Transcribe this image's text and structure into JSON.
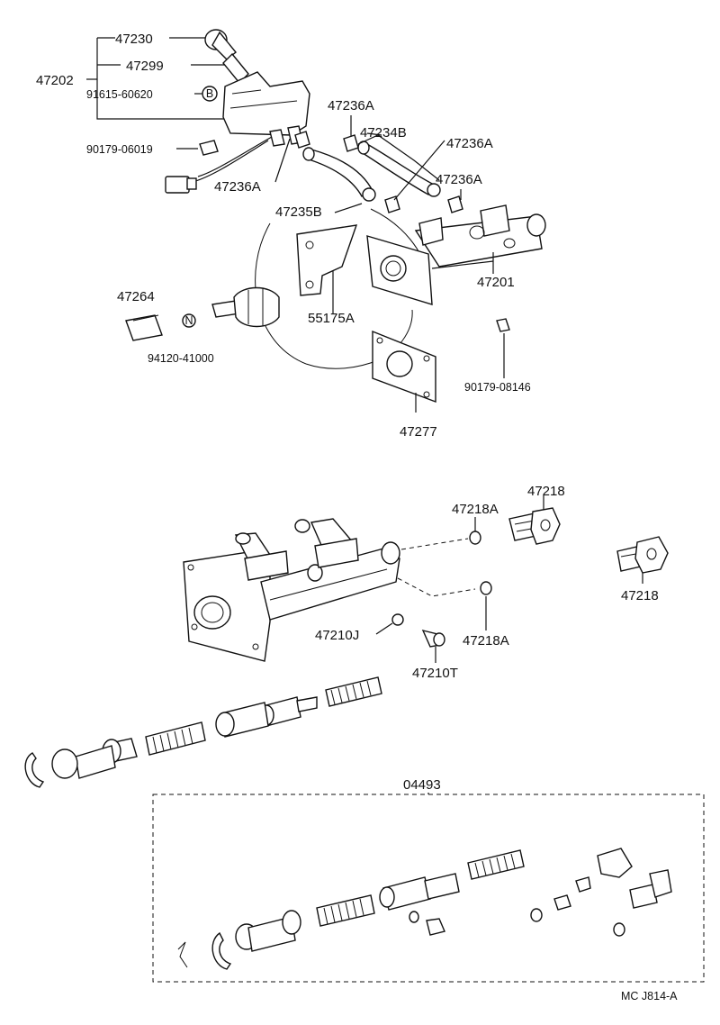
{
  "labels": {
    "p47230": "47230",
    "p47299": "47299",
    "p47202": "47202",
    "p9161560620": "91615-60620",
    "p9017906019": "90179-06019",
    "p47236A_top": "47236A",
    "p47234B": "47234B",
    "p47236A_right": "47236A",
    "p47236A_right2": "47236A",
    "p47236A_left": "47236A",
    "p47235B": "47235B",
    "p47201": "47201",
    "p47264": "47264",
    "p55175A": "55175A",
    "p9412041000": "94120-41000",
    "p9017908146": "90179-08146",
    "p47277": "47277",
    "p47218_top": "47218",
    "p47218A_top": "47218A",
    "p47218_right": "47218",
    "p47210J": "47210J",
    "p47218A_bottom": "47218A",
    "p47210T": "47210T",
    "p04493": "04493",
    "footer": "MC  J814-A"
  },
  "markers": {
    "circle_b": "B",
    "circle_n": "N"
  }
}
